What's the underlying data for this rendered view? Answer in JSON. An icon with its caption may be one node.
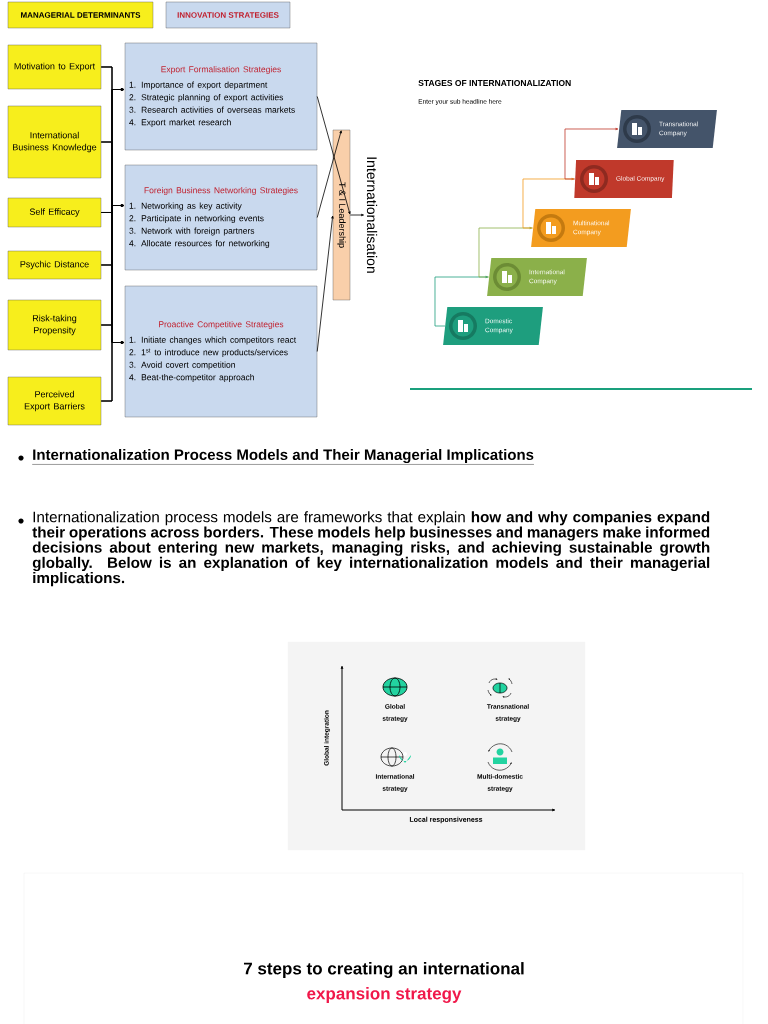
{
  "diagram": {
    "nodes": [
      {
        "text": [
          "MANAGERIAL DETERMINANTS"
        ]
      },
      {
        "text": [
          "INNOVATION STRATEGIES"
        ]
      },
      {
        "text": [
          "Motivation to Export"
        ]
      },
      {
        "text": [
          "International Business Knowledge"
        ]
      },
      {
        "text": [
          "Self Efficacy"
        ]
      },
      {
        "text": [
          "Psychic Distance"
        ]
      },
      {
        "text": [
          "Risk-taking Propensity"
        ]
      },
      {
        "text": [
          "Perceived Export Barriers"
        ]
      },
      {
        "text": [
          "Export Formalisation Strategies",
          "1. Importance of export department",
          "2. Strategic planning of export activities",
          "3. Research activities of overseas markets",
          "4. Export market research"
        ]
      },
      {
        "text": [
          "Foreign Business Networking Strategies",
          "1. Networking as key activity",
          "2. Participate in networking events",
          "3. Network with foreign partners",
          "4. Allocate resources for networking"
        ]
      },
      {
        "text": [
          "Proactive Competitive Strategies",
          "1. Initiate changes which competitors react",
          "2. 1$^{st}$ to introduce new products/services",
          "3. Avoid covert competition",
          "4. Beat-the-competitor approach"
        ]
      },
      {
        "text": [
          "T & I Leadership"
        ]
      },
      {
        "text": [
          "Internationalisation"
        ]
      },
      {
        "text": [
          "Domestic Company"
        ]
      },
      {
        "text": [
          "International Company"
        ]
      },
      {
        "text": [
          "Multinational Company"
        ]
      },
      {
        "text": [
          "Global Company"
        ]
      },
      {
        "text": [
          "Transnational Company"
        ]
      }
    ],
    "edges": [
      {
        "from": 2,
        "to": 8,
        "arrow": "to"
      },
      {
        "from": 2,
        "to": 9,
        "arrow": "to"
      },
      {
        "from": 2,
        "to": 10,
        "arrow": "to"
      },
      {
        "from": 3,
        "to": 8,
        "arrow": "to"
      },
      {
        "from": 3,
        "to": 9,
        "arrow": "to"
      },
      {
        "from": 3,
        "to": 10,
        "arrow": "to"
      },
      {
        "from": 4,
        "to": 8,
        "arrow": "to"
      },
      {
        "from": 4,
        "to": 9,
        "arrow": "to"
      },
      {
        "from": 4,
        "to": 10,
        "arrow": "to"
      },
      {
        "from": 5,
        "to": 8,
        "arrow": "to"
      },
      {
        "from": 5,
        "to": 9,
        "arrow": "to"
      },
      {
        "from": 5,
        "to": 10,
        "arrow": "to"
      },
      {
        "from": 6,
        "to": 8,
        "arrow": "to"
      },
      {
        "from": 6,
        "to": 9,
        "arrow": "to"
      },
      {
        "from": 6,
        "to": 10,
        "arrow": "to"
      },
      {
        "from": 7,
        "to": 8,
        "arrow": "to"
      },
      {
        "from": 7,
        "to": 9,
        "arrow": "to"
      },
      {
        "from": 7,
        "to": 10,
        "arrow": "to"
      },
      {
        "from": 8,
        "to": 11,
        "arrow": "to"
      },
      {
        "from": 9,
        "to": 11,
        "arrow": "to"
      },
      {
        "from": 10,
        "to": 11,
        "arrow": "to"
      },
      {
        "from": 11,
        "to": 12,
        "arrow": "to"
      },
      {
        "from": 13,
        "to": 14,
        "arrow": "to",
        "color": "#1e9e7e"
      },
      {
        "from": 14,
        "to": 15,
        "arrow": "to",
        "color": "#8bb04a"
      },
      {
        "from": 15,
        "to": 16,
        "arrow": "to",
        "color": "#f39c1f"
      },
      {
        "from": 16,
        "to": 17,
        "arrow": "to",
        "color": "#c0392b"
      }
    ],
    "labels": [
      "STAGES OF INTERNATIONALIZATION",
      "Enter your sub headline here",
      "Internationalization Process Models and Their Managerial Implications",
      "Internationalization process models are frameworks that explain **how and why companies expand their operations across borders. These models help businesses and managers make informed decisions about entering new markets, managing risks, and achieving sustainable growth globally. Below is an explanation of key internationalization models and their managerial implications.**",
      "Global integration",
      "Global strategy",
      "Transnational strategy",
      "International strategy",
      "Multi-domestic strategy",
      "Local responsiveness",
      "7 steps to creating an international",
      "expansion strategy"
    ]
  }
}
